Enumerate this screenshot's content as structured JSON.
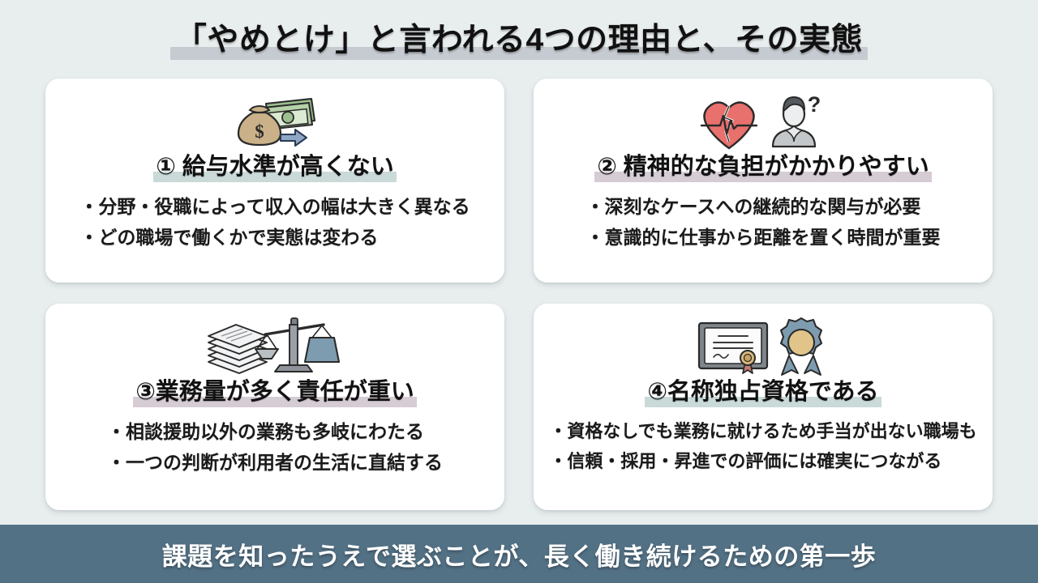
{
  "slide": {
    "background_color": "#e8edee",
    "title": "「やめとけ」と言われる4つの理由と、その実態",
    "title_highlight_color": "#c5cbd1"
  },
  "cards": [
    {
      "number": "①",
      "heading": "① 給与水準が高くない",
      "highlight_color": "#c9dad8",
      "icons": [
        "money-bag-icon",
        "banknotes-icon",
        "arrow-right-icon"
      ],
      "bullets": [
        "・分野・役職によって収入の幅は大きく異なる",
        "・どの職場で働くかで実態は変わる"
      ]
    },
    {
      "number": "②",
      "heading": "② 精神的な負担がかかりやすい",
      "highlight_color": "#d6ccd4",
      "icons": [
        "broken-heart-heartbeat-icon",
        "worried-person-question-icon"
      ],
      "bullets": [
        "・深刻なケースへの継続的な関与が必要",
        "・意識的に仕事から距離を置く時間が重要"
      ]
    },
    {
      "number": "③",
      "heading": "③業務量が多く責任が重い",
      "highlight_color": "#d6ccd4",
      "icons": [
        "paper-stack-icon",
        "unbalanced-scale-icon"
      ],
      "bullets": [
        "・相談援助以外の業務も多岐にわたる",
        "・一つの判断が利用者の生活に直結する"
      ]
    },
    {
      "number": "④",
      "heading": "④名称独占資格である",
      "highlight_color": "#c9dad8",
      "icons": [
        "certificate-icon",
        "award-rosette-icon"
      ],
      "bullets": [
        "・資格なしでも業務に就けるため手当が出ない職場も",
        "・信頼・採用・昇進での評価には確実につながる"
      ]
    }
  ],
  "banner": {
    "text": "課題を知ったうえで選ぶことが、長く働き続けるための第一歩",
    "background_color": "#537185",
    "text_color": "#ffffff"
  }
}
